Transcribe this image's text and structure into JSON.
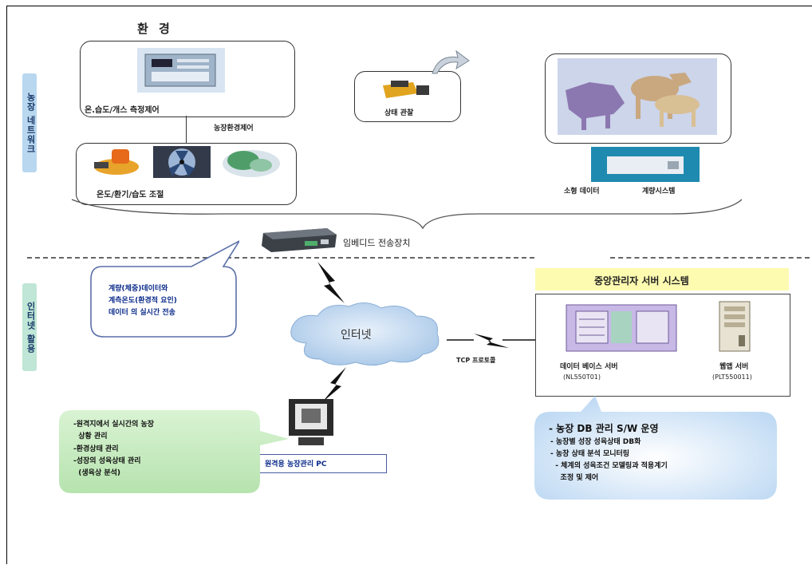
{
  "env_title": "환 경",
  "sensor_label": "온.습도/개스 측정제어",
  "farm_env_label": "농장환경제어",
  "control_label": "온도/환기/습도 조절",
  "status_label": "상태 관찰",
  "record_label": "소형 데이터",
  "measure_label": "계량시스템",
  "embedded_label": "임베디드 전송장치",
  "farm_network_tab": "농장 네트워크",
  "internet_tab": "인터넷 활용",
  "transmit_callout": [
    "계량(체중)데이터와",
    "계측온도(환경적 요인)",
    "데이터 의 실시간 전송"
  ],
  "internet_label": "인터넷",
  "tcp_label": "TCP 프로토콜",
  "server_title": "중앙관리자 서버 시스템",
  "db_server_label": "데이터 베이스 서버",
  "db_server_model": "(NL550T01)",
  "web_server_label": "웹앱 서버",
  "web_server_model": "(PLT550011)",
  "pc_label": "원격용 농장관리 PC",
  "left_callout": [
    "-원격지에서 실시간의 농장",
    "  상황 관리",
    "-환경상태 관리",
    "-성장의 성육상태 관리",
    "  (생육상 분석)"
  ],
  "right_callout_title": "- 농장 DB 관리 S/W 운영",
  "right_callout_lines": [
    "- 농장별 성장 성육상태 DB화",
    "- 농장 상태 분석 모니터링",
    "  - 체계의 성육조건 모델링과 적용계기",
    "    조정 및 제어"
  ],
  "colors": {
    "server_title_bg": "#fdfbb0",
    "cloud": "#a9c8e8",
    "side_tab": "#b9d7ef",
    "left_callout": "#c9ecc4",
    "right_callout": "#cfe4f6"
  }
}
